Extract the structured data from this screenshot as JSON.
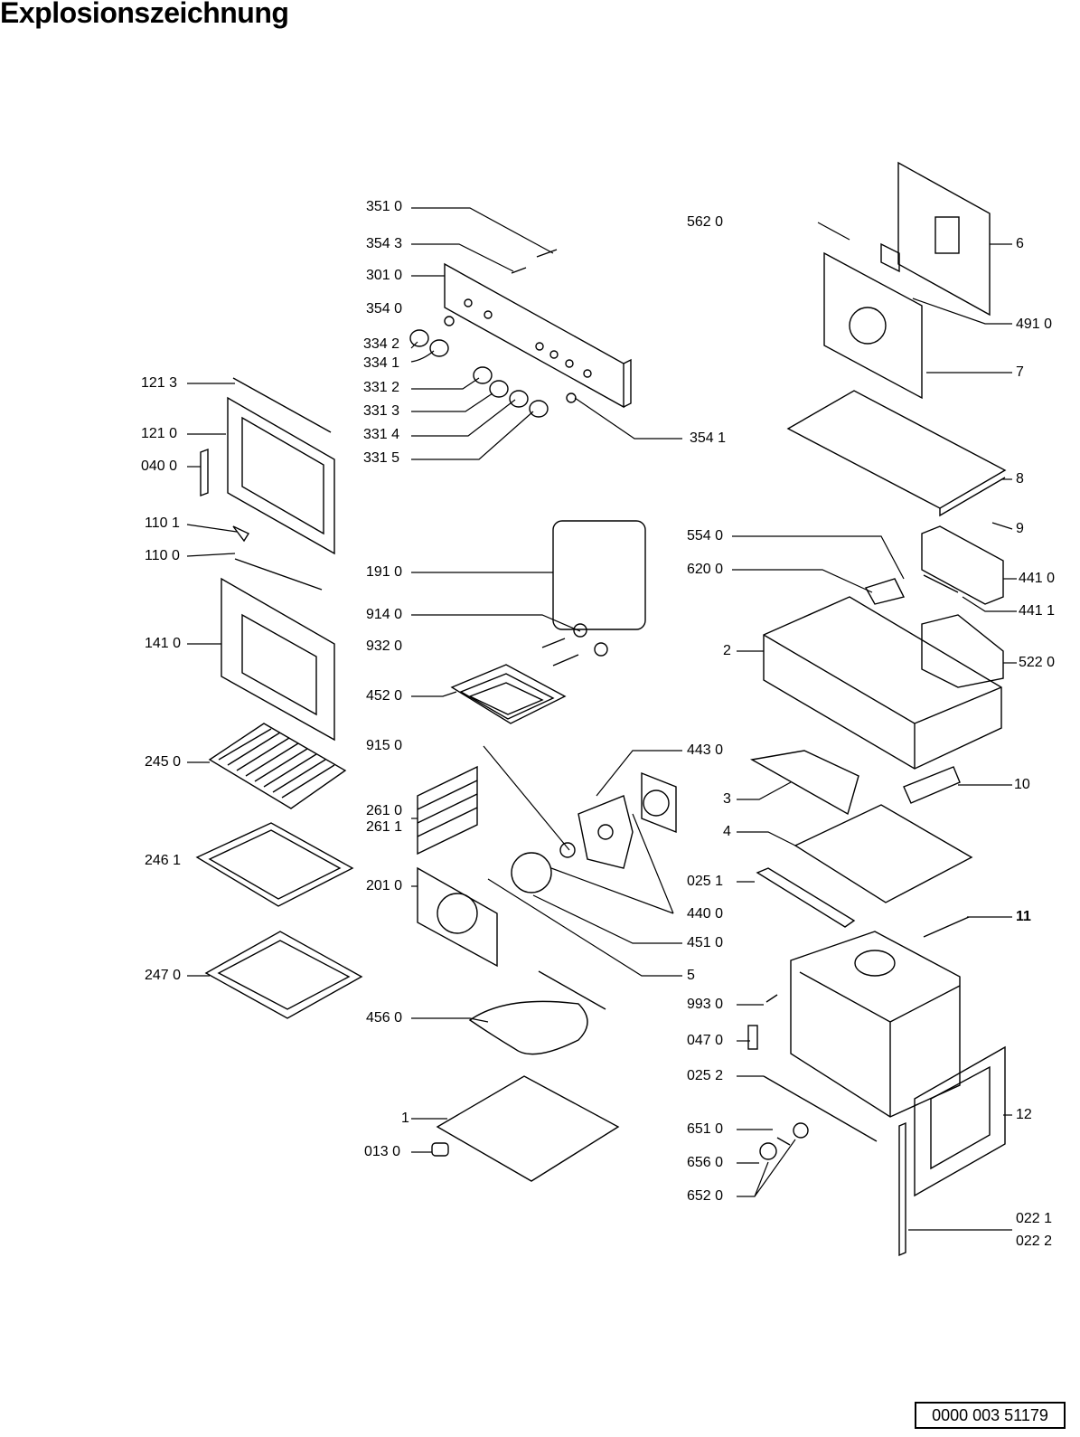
{
  "title": "Explosionszeichnung",
  "doc_number": "0000 003 51179",
  "parts": [
    {
      "id": "l3510",
      "text": "351 0"
    },
    {
      "id": "l3543",
      "text": "354 3"
    },
    {
      "id": "l3010",
      "text": "301 0"
    },
    {
      "id": "l3540",
      "text": "354 0"
    },
    {
      "id": "l3342",
      "text": "334 2"
    },
    {
      "id": "l3341",
      "text": "334 1"
    },
    {
      "id": "l3312",
      "text": "331 2"
    },
    {
      "id": "l3313",
      "text": "331 3"
    },
    {
      "id": "l3314",
      "text": "331 4"
    },
    {
      "id": "l3315",
      "text": "331 5"
    },
    {
      "id": "l3541",
      "text": "354 1"
    },
    {
      "id": "l5620",
      "text": "562 0"
    },
    {
      "id": "l6",
      "text": "6"
    },
    {
      "id": "l4910",
      "text": "491 0"
    },
    {
      "id": "l7",
      "text": "7"
    },
    {
      "id": "l8",
      "text": "8"
    },
    {
      "id": "l9",
      "text": "9"
    },
    {
      "id": "l1213",
      "text": "121 3"
    },
    {
      "id": "l1210",
      "text": "121 0"
    },
    {
      "id": "l0400",
      "text": "040 0"
    },
    {
      "id": "l1101",
      "text": "110 1"
    },
    {
      "id": "l1100",
      "text": "110 0"
    },
    {
      "id": "l1410",
      "text": "141 0"
    },
    {
      "id": "l2450",
      "text": "245 0"
    },
    {
      "id": "l2461",
      "text": "246 1"
    },
    {
      "id": "l2470",
      "text": "247 0"
    },
    {
      "id": "l1910",
      "text": "191 0"
    },
    {
      "id": "l9140",
      "text": "914 0"
    },
    {
      "id": "l9320",
      "text": "932 0"
    },
    {
      "id": "l4520",
      "text": "452 0"
    },
    {
      "id": "l9150",
      "text": "915 0"
    },
    {
      "id": "l2610",
      "text": "261 0"
    },
    {
      "id": "l2611",
      "text": "261 1"
    },
    {
      "id": "l2010",
      "text": "201 0"
    },
    {
      "id": "l4560",
      "text": "456 0"
    },
    {
      "id": "l1",
      "text": "1"
    },
    {
      "id": "l0130",
      "text": "013 0"
    },
    {
      "id": "l5540",
      "text": "554 0"
    },
    {
      "id": "l6200",
      "text": "620 0"
    },
    {
      "id": "l4410",
      "text": "441 0"
    },
    {
      "id": "l4411",
      "text": "441 1"
    },
    {
      "id": "l2",
      "text": "2"
    },
    {
      "id": "l5220",
      "text": "522 0"
    },
    {
      "id": "l4430",
      "text": "443 0"
    },
    {
      "id": "l10",
      "text": "10"
    },
    {
      "id": "l3",
      "text": "3"
    },
    {
      "id": "l4",
      "text": "4"
    },
    {
      "id": "l0251",
      "text": "025 1"
    },
    {
      "id": "l4400",
      "text": "440 0"
    },
    {
      "id": "l11",
      "text": "11"
    },
    {
      "id": "l4510",
      "text": "451 0"
    },
    {
      "id": "l5",
      "text": "5"
    },
    {
      "id": "l9930",
      "text": "993 0"
    },
    {
      "id": "l0470",
      "text": "047 0"
    },
    {
      "id": "l0252",
      "text": "025 2"
    },
    {
      "id": "l12",
      "text": "12"
    },
    {
      "id": "l6510",
      "text": "651 0"
    },
    {
      "id": "l6560",
      "text": "656 0"
    },
    {
      "id": "l6520",
      "text": "652 0"
    },
    {
      "id": "l0221",
      "text": "022 1"
    },
    {
      "id": "l0222",
      "text": "022 2"
    }
  ]
}
